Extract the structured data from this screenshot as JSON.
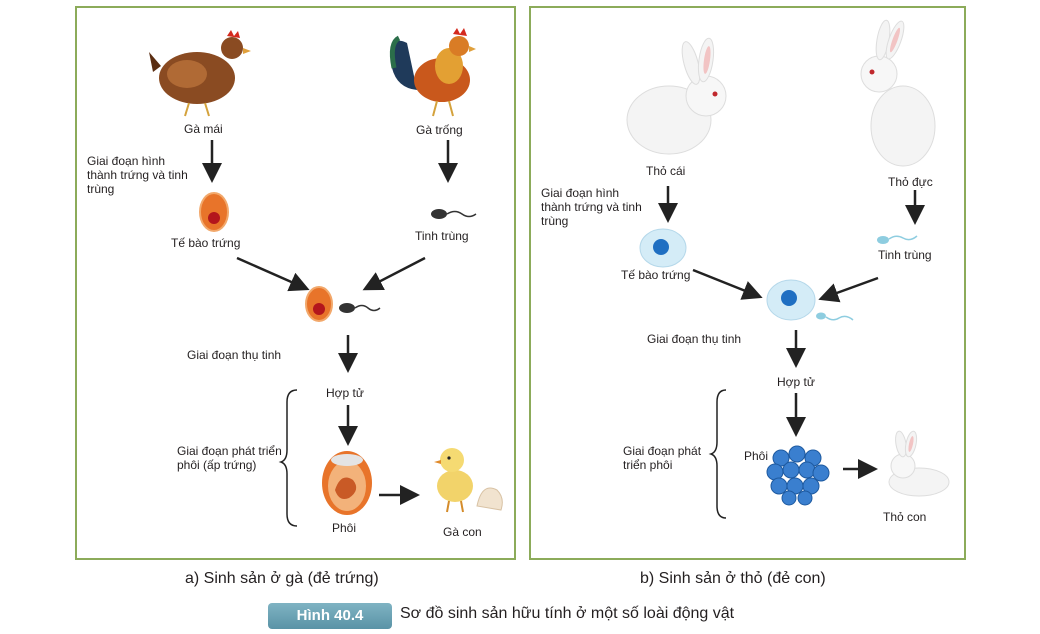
{
  "panel_a": {
    "hen": "Gà mái",
    "rooster": "Gà trống",
    "stage_formation": "Giai đoạn hình thành trứng và tinh trùng",
    "egg_cell": "Tế bào trứng",
    "sperm": "Tinh trùng",
    "stage_fertilization": "Giai đoạn thụ tinh",
    "zygote": "Hợp tử",
    "stage_embryo": "Giai đoạn phát triển phôi (ấp trứng)",
    "embryo": "Phôi",
    "chick": "Gà con",
    "caption": "a) Sinh sản ở gà (đẻ trứng)"
  },
  "panel_b": {
    "female": "Thỏ cái",
    "male": "Thỏ đực",
    "stage_formation": "Giai đoạn hình thành trứng và tinh trùng",
    "egg_cell": "Tế bào trứng",
    "sperm": "Tinh trùng",
    "stage_fertilization": "Giai đoạn thụ tinh",
    "zygote": "Hợp tử",
    "stage_embryo": "Giai đoạn phát triển phôi",
    "embryo": "Phôi",
    "young": "Thỏ con",
    "caption": "b) Sinh sản ở thỏ (đẻ con)"
  },
  "figure": {
    "number": "Hình 40.4",
    "title": "Sơ đồ sinh sản hữu tính ở một số loài động vật"
  },
  "colors": {
    "border": "#8cab5a",
    "badge": "#6fa3b5",
    "egg_orange": "#e8742a",
    "nucleus_red": "#b3161c",
    "rabbit_cell": "#d4ecf7",
    "rabbit_nucleus": "#1f6fc2"
  }
}
